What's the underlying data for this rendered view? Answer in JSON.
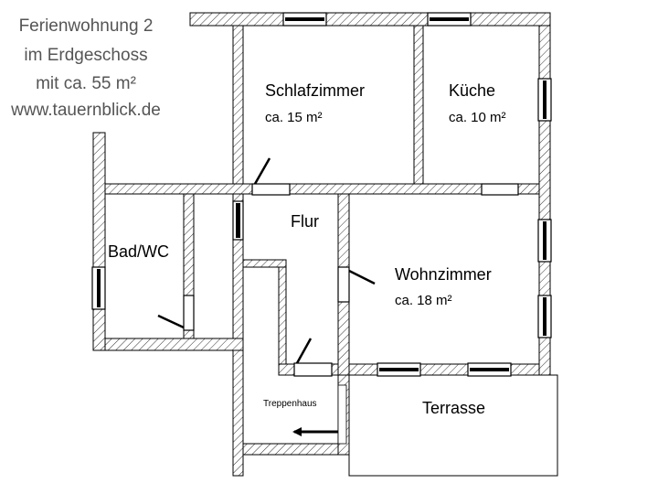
{
  "title": {
    "line1": "Ferienwohnung 2",
    "line2": "im Erdgeschoss",
    "line3": "mit ca. 55 m²",
    "line4": "www.tauernblick.de"
  },
  "rooms": {
    "schlafzimmer": {
      "name": "Schlafzimmer",
      "area": "ca. 15 m²"
    },
    "kueche": {
      "name": "Küche",
      "area": "ca. 10 m²"
    },
    "flur": {
      "name": "Flur"
    },
    "bad": {
      "name": "Bad/WC"
    },
    "wohnzimmer": {
      "name": "Wohnzimmer",
      "area": "ca. 18 m²"
    },
    "treppenhaus": {
      "name": "Treppenhaus"
    },
    "terrasse": {
      "name": "Terrasse"
    }
  }
}
